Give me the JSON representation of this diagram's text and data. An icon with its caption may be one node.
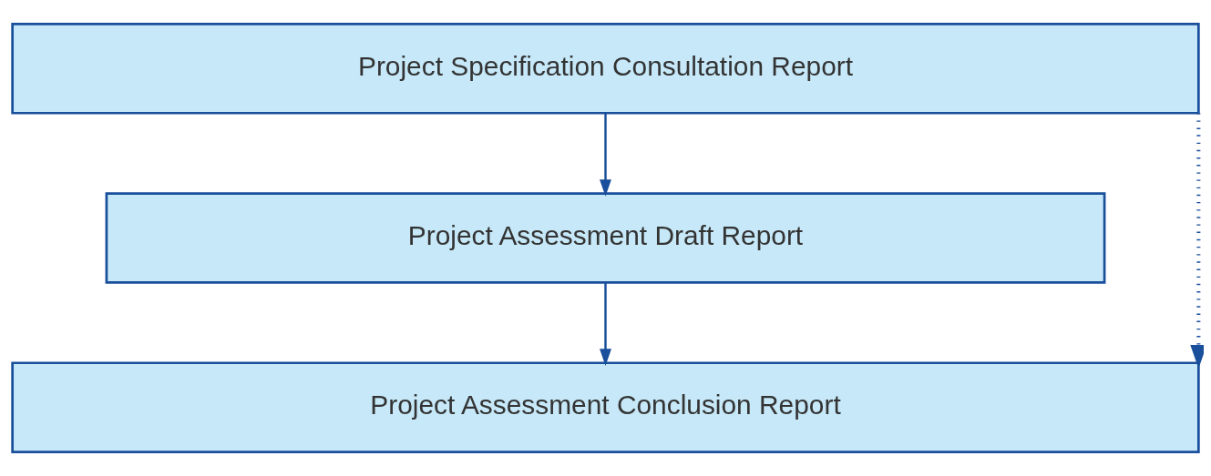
{
  "diagram": {
    "nodes": [
      {
        "text": [
          "Project Specification Consultation Report"
        ]
      },
      {
        "text": [
          "Project Assessment Draft Report"
        ]
      },
      {
        "text": [
          "Project Assessment Conclusion Report"
        ]
      }
    ],
    "edges": [
      {
        "from": 0,
        "to": 1,
        "arrow": "to"
      },
      {
        "from": 1,
        "to": 2,
        "arrow": "to"
      },
      {
        "from": 0,
        "to": 2,
        "arrow": "to",
        "style": "dashed"
      }
    ]
  }
}
